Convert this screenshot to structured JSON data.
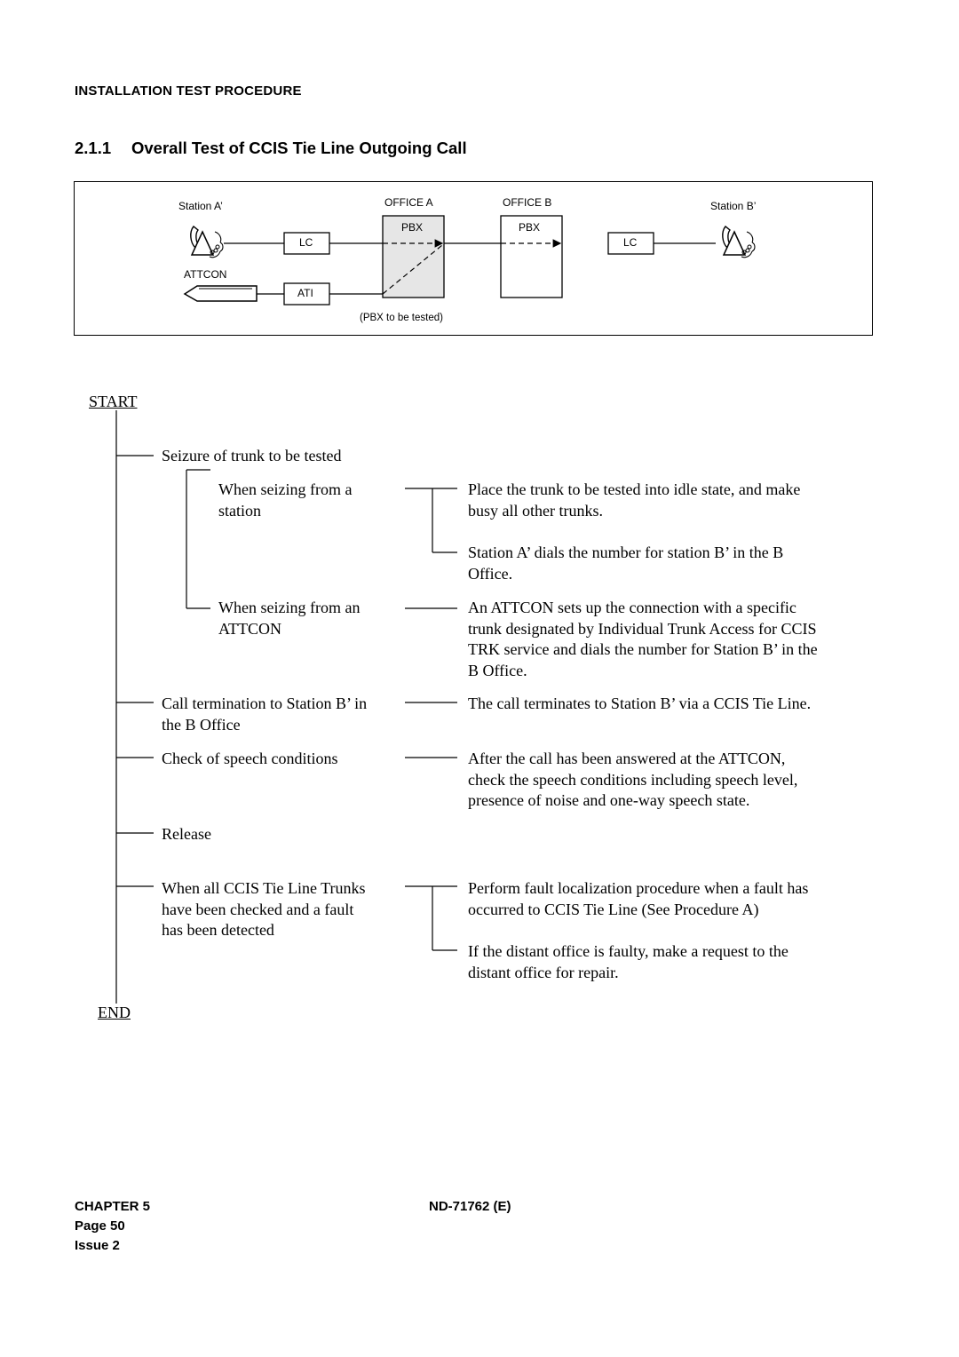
{
  "header": {
    "section_label": "INSTALLATION TEST PROCEDURE",
    "section_number": "2.1.1",
    "section_title": "Overall Test of CCIS Tie Line Outgoing Call"
  },
  "diagram": {
    "station_a": "Station A’",
    "station_b": "Station B’",
    "office_a": "OFFICE A",
    "office_b": "OFFICE B",
    "pbx_a": "PBX",
    "pbx_b": "PBX",
    "lc_a": "LC",
    "lc_b": "LC",
    "attcon": "ATTCON",
    "ati": "ATI",
    "pbx_note": "(PBX to be tested)",
    "icons": [
      "telephone-icon",
      "attendant-console-icon"
    ],
    "colors": {
      "pbx_under_test_fill": "#e6e6e6"
    }
  },
  "flow": {
    "start": "START",
    "end": "END",
    "seizure": "Seizure of trunk to be tested",
    "from_station": [
      "When seizing from a",
      "station"
    ],
    "from_station_step1": [
      "Place the trunk to be tested into idle state, and make",
      "busy all other trunks."
    ],
    "from_station_step2": [
      "Station  A’ dials the number for station B’ in the B",
      "Office."
    ],
    "from_attcon": [
      "When seizing from an",
      "ATTCON"
    ],
    "from_attcon_desc": [
      "An ATTCON sets up the connection with a specific",
      "trunk designated by Individual Trunk Access for CCIS",
      "TRK service and dials the number for Station B’ in the",
      "B Office."
    ],
    "termination": [
      "Call termination to Station B’ in",
      "the B Office"
    ],
    "termination_desc": "The call terminates to Station B’ via a CCIS Tie Line.",
    "speech": "Check of speech conditions",
    "speech_desc": [
      "After the call has been answered at the ATTCON,",
      "check the speech conditions including speech level,",
      "presence of noise and one-way speech state."
    ],
    "release": "Release",
    "fault": [
      "When all CCIS Tie Line Trunks",
      "have been checked and a fault",
      "has been detected"
    ],
    "fault_step1": [
      "Perform fault localization procedure when a fault has",
      "occurred to CCIS Tie Line (See Procedure A)"
    ],
    "fault_step2": [
      "If the distant office is faulty, make a request to the",
      "distant office for repair."
    ]
  },
  "footer": {
    "chapter": "CHAPTER 5",
    "page": "Page 50",
    "issue": "Issue 2",
    "doc_number": "ND-71762 (E)"
  }
}
